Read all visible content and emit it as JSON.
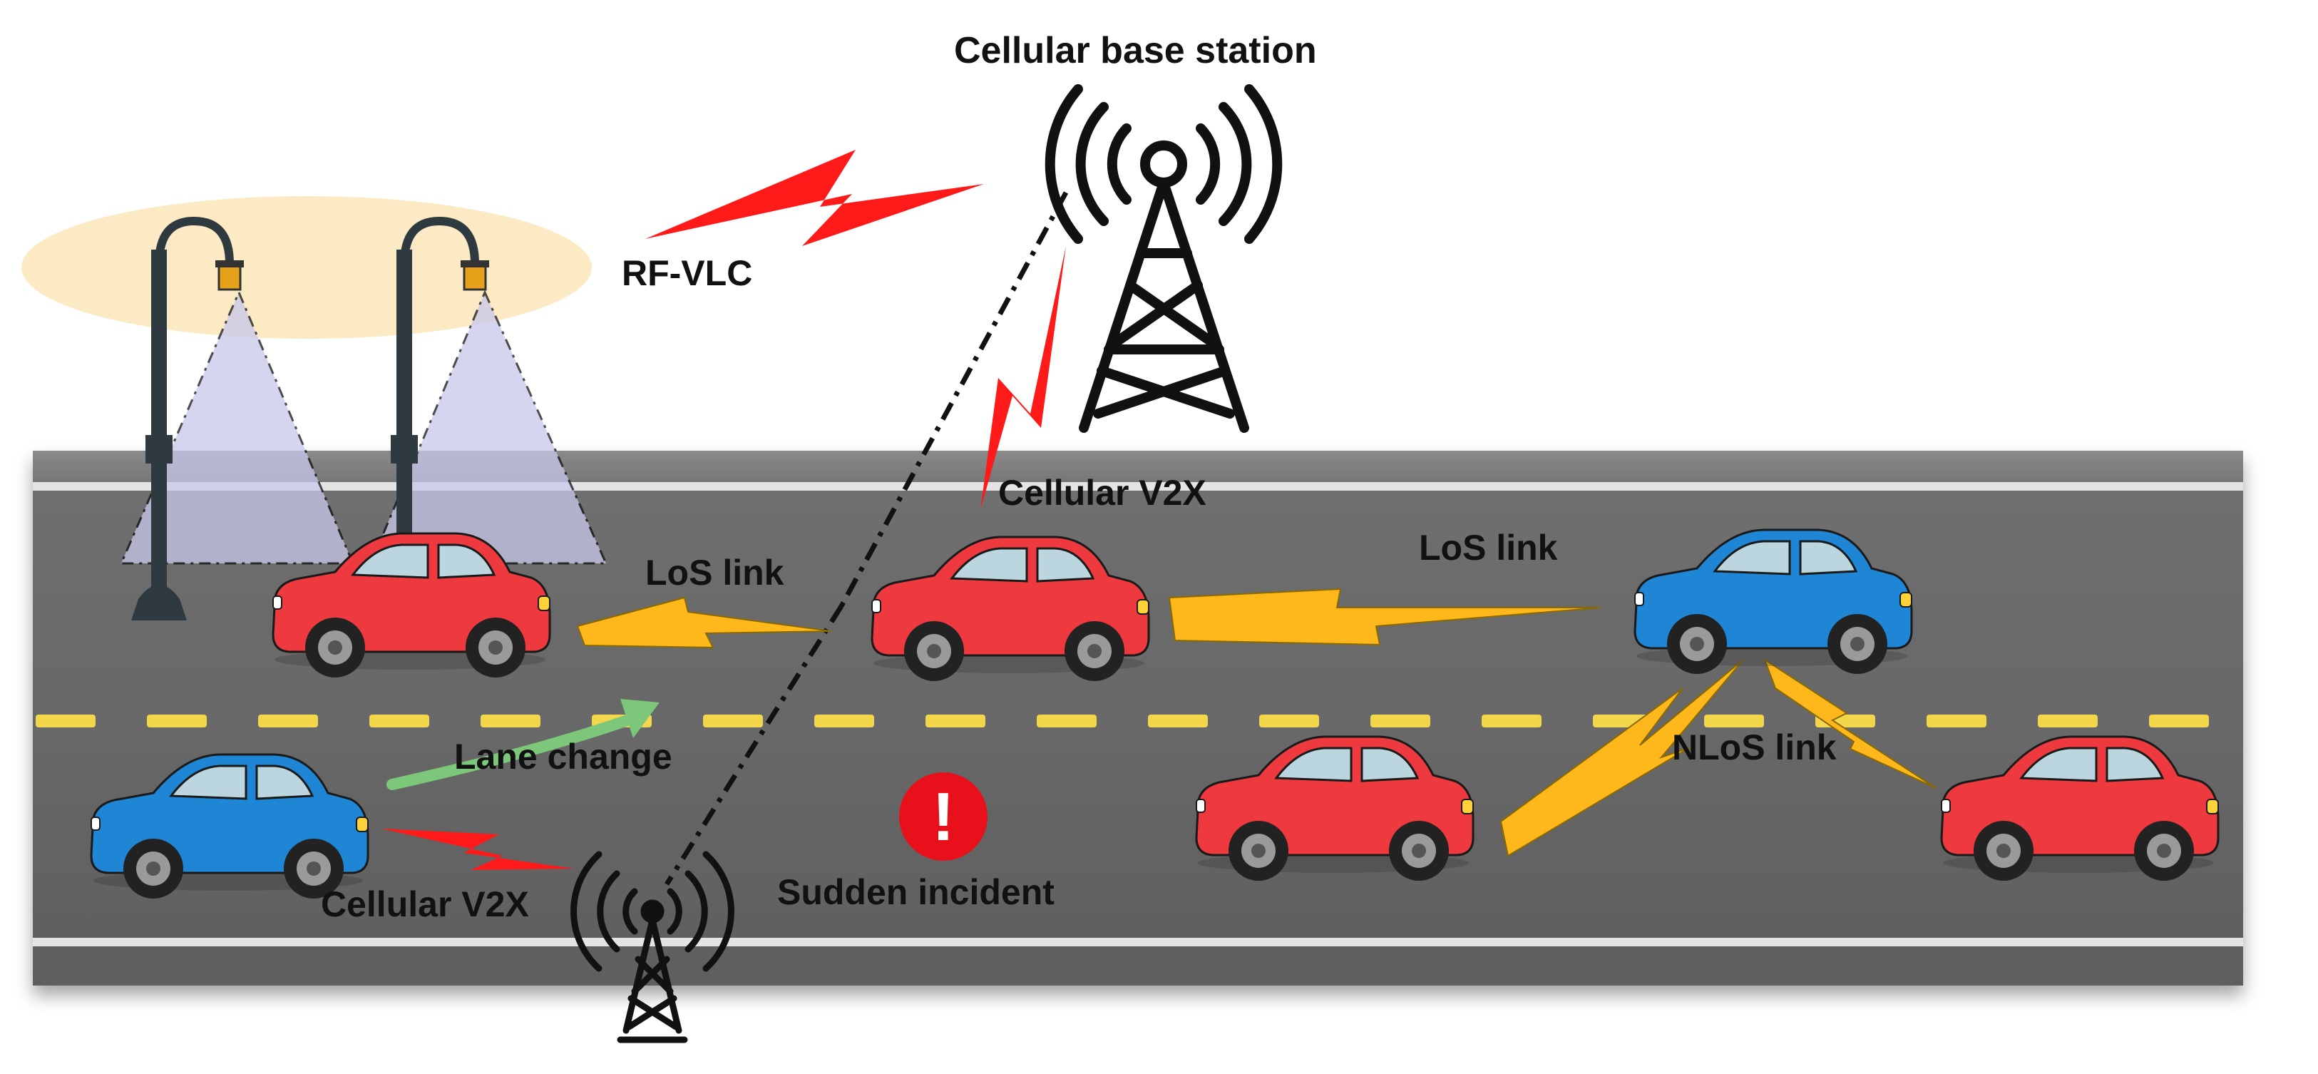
{
  "labels": {
    "base_station": "Cellular base station",
    "rf_vlc": "RF-VLC",
    "cellular_v2x_top": "Cellular V2X",
    "cellular_v2x_bottom": "Cellular V2X",
    "los_link_left": "LoS link",
    "los_link_right": "LoS link",
    "lane_change": "Lane change",
    "nlos_link": "NLoS link",
    "sudden_incident": "Sudden incident",
    "incident_mark": "!"
  },
  "colors": {
    "road": "#6e6e6e",
    "road_edge": "#c8c8c8",
    "lane_line": "#f2d64b",
    "red_car": "#ee3a3e",
    "blue_car": "#1f86d6",
    "rf_bolt": "#ff1a1a",
    "los_bolt": "#ffb81c",
    "lane_change_arrow": "#7cc77a",
    "light_glow": "#fbe8bd",
    "light_cone": "#c8c8ec"
  },
  "icons": [
    "street-lamp-icon",
    "cell-tower-icon",
    "small-cell-tower-icon",
    "car-icon",
    "lightning-bolt-icon",
    "warning-icon",
    "curved-arrow-icon"
  ]
}
